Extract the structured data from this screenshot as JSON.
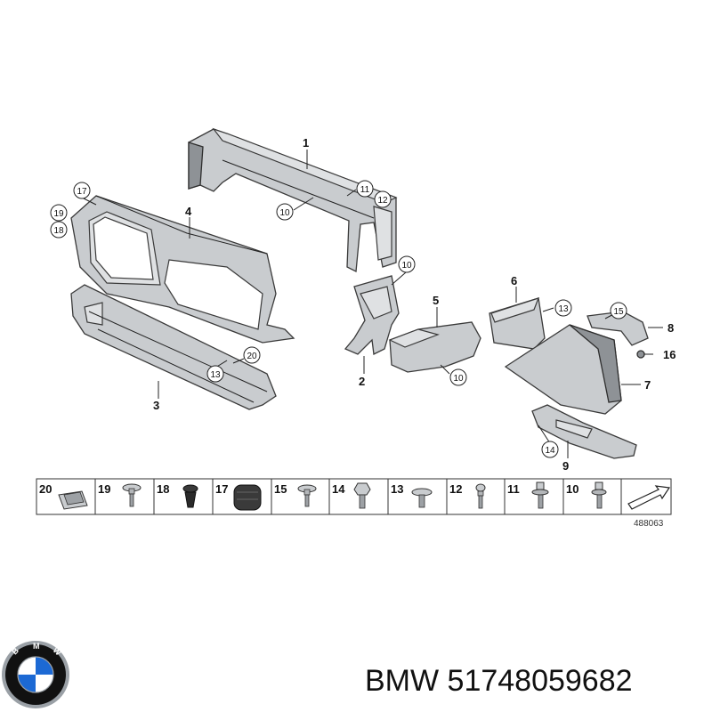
{
  "callouts": {
    "p1": "1",
    "p2": "2",
    "p3": "3",
    "p4": "4",
    "p5": "5",
    "p6": "6",
    "p7": "7",
    "p8": "8",
    "p9": "9",
    "c17": "17",
    "c19": "19",
    "c18": "18",
    "c11": "11",
    "c12": "12",
    "c10a": "10",
    "c10b": "10",
    "c10c": "10",
    "c13a": "13",
    "c13b": "13",
    "c20": "20",
    "c15": "15",
    "c16": "16",
    "c14": "14"
  },
  "parts_strip": [
    {
      "number": "20"
    },
    {
      "number": "19"
    },
    {
      "number": "18"
    },
    {
      "number": "17"
    },
    {
      "number": "15"
    },
    {
      "number": "14"
    },
    {
      "number": "13"
    },
    {
      "number": "12"
    },
    {
      "number": "11"
    },
    {
      "number": "10"
    }
  ],
  "diagram_id": "488063",
  "footer": {
    "text": "BMW 51748059682"
  },
  "logo": {
    "lettering": "BMW",
    "colors": {
      "blue": "#1c69d4",
      "white": "#ffffff",
      "black": "#111111",
      "chrome": "#9aa0a6"
    }
  }
}
